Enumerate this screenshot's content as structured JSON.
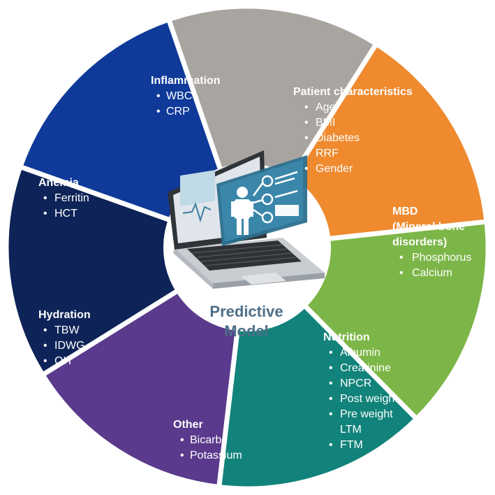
{
  "center": {
    "line1": "Predictive",
    "line2": "Model"
  },
  "segments": [
    {
      "id": "inflammation",
      "title": [
        "Inflammation"
      ],
      "items": [
        "WBC",
        "CRP"
      ],
      "color": "#a8a49f"
    },
    {
      "id": "patient-characteristics",
      "title": [
        "Patient characteristics"
      ],
      "items": [
        "Age",
        "BMI",
        "Diabetes",
        "RRF",
        "Gender"
      ],
      "color": "#ef8a2f"
    },
    {
      "id": "mbd",
      "title": [
        "MBD",
        "(Mineral bone",
        "disorders)"
      ],
      "items": [
        "Phosphorus",
        "Calcium"
      ],
      "color": "#7db648"
    },
    {
      "id": "nutrition",
      "title": [
        "Nutrition"
      ],
      "items": [
        "Albumin",
        "Creatinine",
        "NPCR",
        "Post weight",
        "Pre weight",
        "LTM",
        "FTM"
      ],
      "color": "#11837a"
    },
    {
      "id": "other",
      "title": [
        "Other"
      ],
      "items": [
        "Bicarb",
        "Potassium"
      ],
      "color": "#5a3a8c"
    },
    {
      "id": "hydration",
      "title": [
        "Hydration"
      ],
      "items": [
        "TBW",
        "IDWG",
        "OH"
      ],
      "color": "#0e2357"
    },
    {
      "id": "anemia",
      "title": [
        "Anemia"
      ],
      "items": [
        "Ferritin",
        "HCT"
      ],
      "color": "#0f3a9a"
    }
  ],
  "unbulleted_items": [
    "LTM"
  ]
}
